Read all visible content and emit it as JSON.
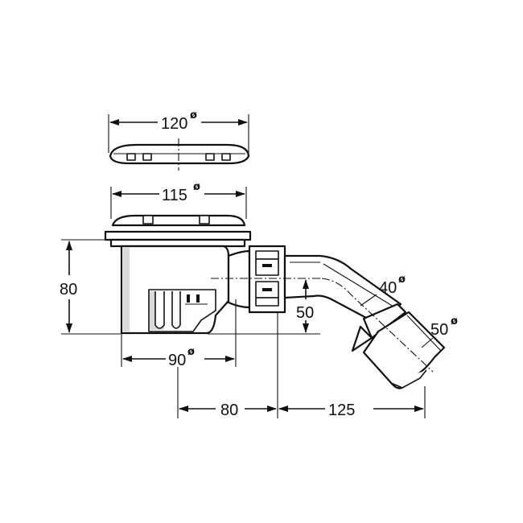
{
  "colors": {
    "ink": "#111111",
    "background": "#ffffff",
    "shade": "#d9d9d9"
  },
  "dimensions": {
    "cover_diameter": "120",
    "grate_diameter": "115",
    "height": "80",
    "body_diameter": "90",
    "outlet_height": "50",
    "horizontal_offset": "80",
    "outlet_length": "125",
    "outlet_diameter_inner": "40",
    "outlet_diameter_outer": "50"
  },
  "diameter_symbol": "ø"
}
